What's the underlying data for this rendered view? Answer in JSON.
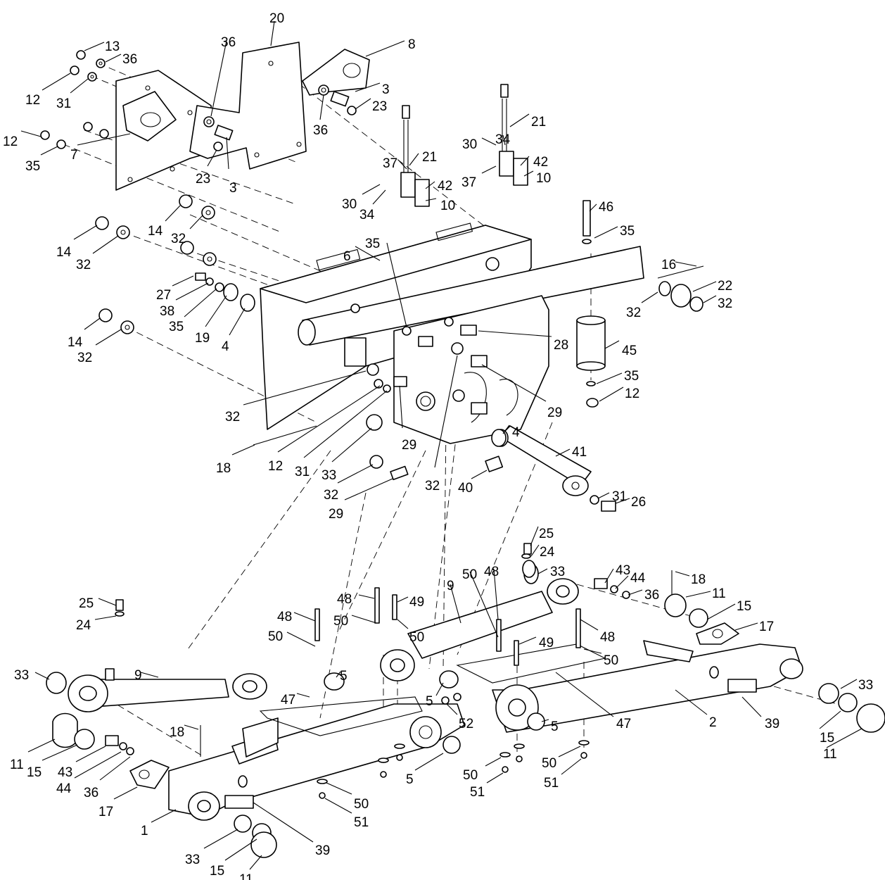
{
  "diagram": {
    "labels": [
      {
        "id": "l20a",
        "text": "20"
      },
      {
        "id": "l13",
        "text": "13"
      },
      {
        "id": "l36a",
        "text": "36"
      },
      {
        "id": "l36b",
        "text": "36"
      },
      {
        "id": "l8",
        "text": "8"
      },
      {
        "id": "l12a",
        "text": "12"
      },
      {
        "id": "l31a",
        "text": "31"
      },
      {
        "id": "l3a",
        "text": "3"
      },
      {
        "id": "l23a",
        "text": "23"
      },
      {
        "id": "l36c",
        "text": "36"
      },
      {
        "id": "l21a",
        "text": "21"
      },
      {
        "id": "l12b",
        "text": "12"
      },
      {
        "id": "l35a",
        "text": "35"
      },
      {
        "id": "l7",
        "text": "7"
      },
      {
        "id": "l23b",
        "text": "23"
      },
      {
        "id": "l3b",
        "text": "3"
      },
      {
        "id": "l30a",
        "text": "30"
      },
      {
        "id": "l34a",
        "text": "34"
      },
      {
        "id": "l37a",
        "text": "37"
      },
      {
        "id": "l21b",
        "text": "21"
      },
      {
        "id": "l42a",
        "text": "42"
      },
      {
        "id": "l37b",
        "text": "37"
      },
      {
        "id": "l10a",
        "text": "10"
      },
      {
        "id": "l30b",
        "text": "30"
      },
      {
        "id": "l34b",
        "text": "34"
      },
      {
        "id": "l42b",
        "text": "42"
      },
      {
        "id": "l10b",
        "text": "10"
      },
      {
        "id": "l46",
        "text": "46"
      },
      {
        "id": "l14a",
        "text": "14"
      },
      {
        "id": "l32a",
        "text": "32"
      },
      {
        "id": "l35b",
        "text": "35"
      },
      {
        "id": "l14b",
        "text": "14"
      },
      {
        "id": "l32b",
        "text": "32"
      },
      {
        "id": "l35c",
        "text": "35"
      },
      {
        "id": "l6",
        "text": "6"
      },
      {
        "id": "l16",
        "text": "16"
      },
      {
        "id": "l22",
        "text": "22"
      },
      {
        "id": "l27",
        "text": "27"
      },
      {
        "id": "l38",
        "text": "38"
      },
      {
        "id": "l32c",
        "text": "32"
      },
      {
        "id": "l32d",
        "text": "32"
      },
      {
        "id": "l35d",
        "text": "35"
      },
      {
        "id": "l19",
        "text": "19"
      },
      {
        "id": "l4a",
        "text": "4"
      },
      {
        "id": "l14c",
        "text": "14"
      },
      {
        "id": "l32e",
        "text": "32"
      },
      {
        "id": "l28",
        "text": "28"
      },
      {
        "id": "l45",
        "text": "45"
      },
      {
        "id": "l35e",
        "text": "35"
      },
      {
        "id": "l12c",
        "text": "12"
      },
      {
        "id": "l32f",
        "text": "32"
      },
      {
        "id": "l29a",
        "text": "29"
      },
      {
        "id": "l29b",
        "text": "29"
      },
      {
        "id": "l4b",
        "text": "4"
      },
      {
        "id": "l18a",
        "text": "18"
      },
      {
        "id": "l12d",
        "text": "12"
      },
      {
        "id": "l31b",
        "text": "31"
      },
      {
        "id": "l33a",
        "text": "33"
      },
      {
        "id": "l41",
        "text": "41"
      },
      {
        "id": "l32g",
        "text": "32"
      },
      {
        "id": "l32h",
        "text": "32"
      },
      {
        "id": "l40",
        "text": "40"
      },
      {
        "id": "l31c",
        "text": "31"
      },
      {
        "id": "l26",
        "text": "26"
      },
      {
        "id": "l29c",
        "text": "29"
      },
      {
        "id": "l25a",
        "text": "25"
      },
      {
        "id": "l24a",
        "text": "24"
      },
      {
        "id": "l50a",
        "text": "50"
      },
      {
        "id": "l48a",
        "text": "48"
      },
      {
        "id": "l33b",
        "text": "33"
      },
      {
        "id": "l43a",
        "text": "43"
      },
      {
        "id": "l44a",
        "text": "44"
      },
      {
        "id": "l18b",
        "text": "18"
      },
      {
        "id": "l36d",
        "text": "36"
      },
      {
        "id": "l25b",
        "text": "25"
      },
      {
        "id": "l48b",
        "text": "48"
      },
      {
        "id": "l49a",
        "text": "49"
      },
      {
        "id": "l9a",
        "text": "9"
      },
      {
        "id": "l11a",
        "text": "11"
      },
      {
        "id": "l15a",
        "text": "15"
      },
      {
        "id": "l24b",
        "text": "24"
      },
      {
        "id": "l50b",
        "text": "50"
      },
      {
        "id": "l50c",
        "text": "50"
      },
      {
        "id": "l17a",
        "text": "17"
      },
      {
        "id": "l48c",
        "text": "48"
      },
      {
        "id": "l49b",
        "text": "49"
      },
      {
        "id": "l48d",
        "text": "48"
      },
      {
        "id": "l50d",
        "text": "50"
      },
      {
        "id": "l50e",
        "text": "50"
      },
      {
        "id": "l33c",
        "text": "33"
      },
      {
        "id": "l9b",
        "text": "9"
      },
      {
        "id": "l5a",
        "text": "5"
      },
      {
        "id": "l47a",
        "text": "47"
      },
      {
        "id": "l5b",
        "text": "5"
      },
      {
        "id": "l52",
        "text": "52"
      },
      {
        "id": "l5c",
        "text": "5"
      },
      {
        "id": "l47b",
        "text": "47"
      },
      {
        "id": "l2",
        "text": "2"
      },
      {
        "id": "l39a",
        "text": "39"
      },
      {
        "id": "l33d",
        "text": "33"
      },
      {
        "id": "l18c",
        "text": "18"
      },
      {
        "id": "l15b",
        "text": "15"
      },
      {
        "id": "l11b",
        "text": "11"
      },
      {
        "id": "l11c",
        "text": "11"
      },
      {
        "id": "l15c",
        "text": "15"
      },
      {
        "id": "l43b",
        "text": "43"
      },
      {
        "id": "l44b",
        "text": "44"
      },
      {
        "id": "l36e",
        "text": "36"
      },
      {
        "id": "l17b",
        "text": "17"
      },
      {
        "id": "l5d",
        "text": "5"
      },
      {
        "id": "l50f",
        "text": "50"
      },
      {
        "id": "l51a",
        "text": "51"
      },
      {
        "id": "l50g",
        "text": "50"
      },
      {
        "id": "l51b",
        "text": "51"
      },
      {
        "id": "l50h",
        "text": "50"
      },
      {
        "id": "l51c",
        "text": "51"
      },
      {
        "id": "l1",
        "text": "1"
      },
      {
        "id": "l39b",
        "text": "39"
      },
      {
        "id": "l33e",
        "text": "33"
      },
      {
        "id": "l15d",
        "text": "15"
      },
      {
        "id": "l11d",
        "text": "11"
      }
    ]
  }
}
